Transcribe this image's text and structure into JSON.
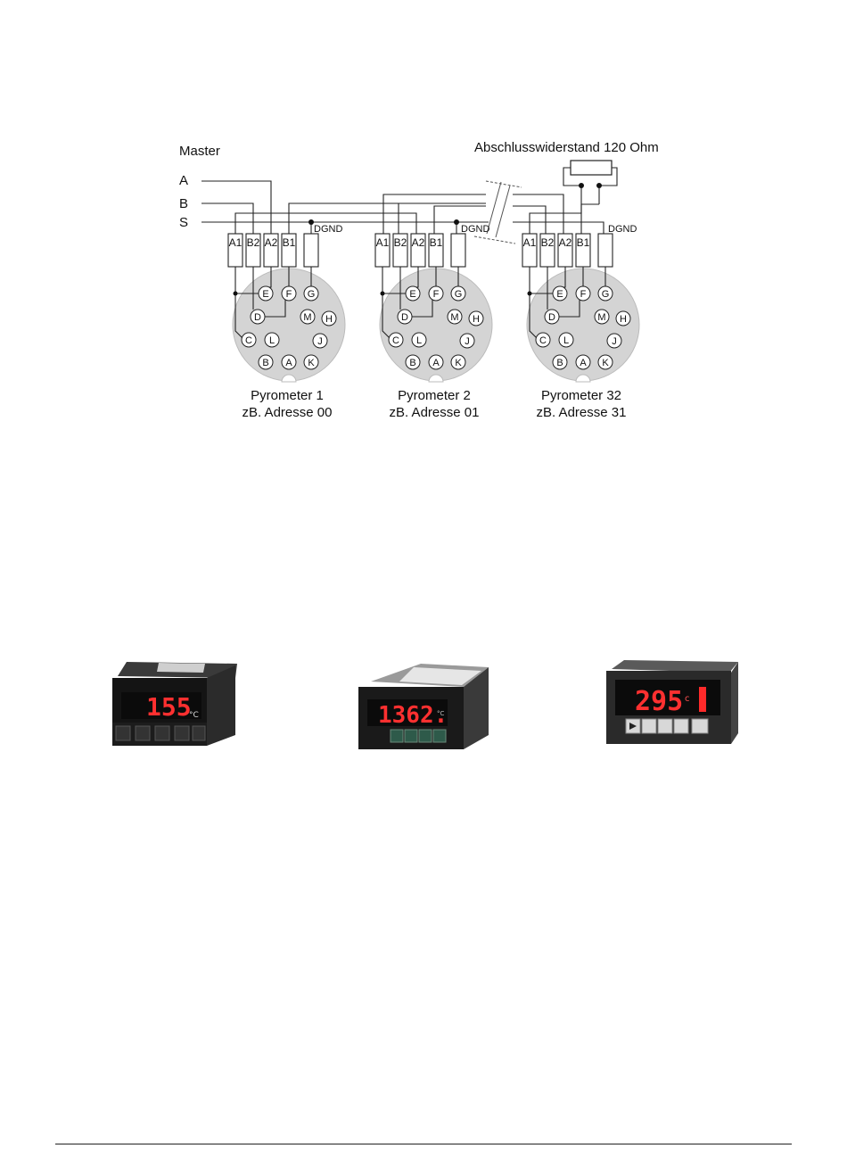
{
  "wiring": {
    "master_label": "Master",
    "line_labels": [
      "A",
      "B",
      "S"
    ],
    "terminator_label": "Abschlusswiderstand 120 Ohm",
    "terminal_labels": [
      "A1",
      "B2",
      "A2",
      "B1"
    ],
    "dgnd_label": "DGND",
    "pins": [
      "E",
      "F",
      "G",
      "D",
      "M",
      "H",
      "C",
      "L",
      "J",
      "B",
      "A",
      "K"
    ],
    "pyrometers": [
      {
        "name": "Pyrometer 1",
        "address": "zB. Adresse 00"
      },
      {
        "name": "Pyrometer 2",
        "address": "zB. Adresse 01"
      },
      {
        "name": "Pyrometer 32",
        "address": "zB. Adresse 31"
      }
    ]
  },
  "devices": [
    {
      "display": "155",
      "unit": "°C"
    },
    {
      "display": "1362.",
      "unit": "°C"
    },
    {
      "display": "295",
      "unit": "c"
    }
  ],
  "colors": {
    "led": "#ff3030",
    "connector": "#d4d4d4",
    "line": "#222222"
  }
}
